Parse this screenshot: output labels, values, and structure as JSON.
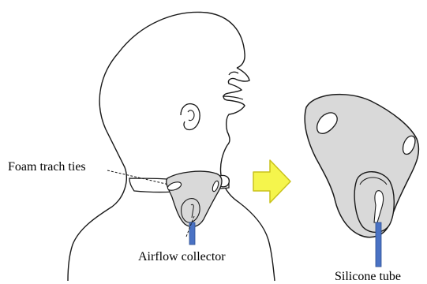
{
  "labels": {
    "foam_trach_ties": "Foam trach ties",
    "airflow_collector": "Airflow collector",
    "silicone_tube": "Silicone tube"
  },
  "colors": {
    "device_fill": "#d9d9d9",
    "tube": "#4a72c4",
    "arrow_fill": "#f5f54c",
    "arrow_stroke": "#c9c21c",
    "outline": "#1a1a1a"
  }
}
